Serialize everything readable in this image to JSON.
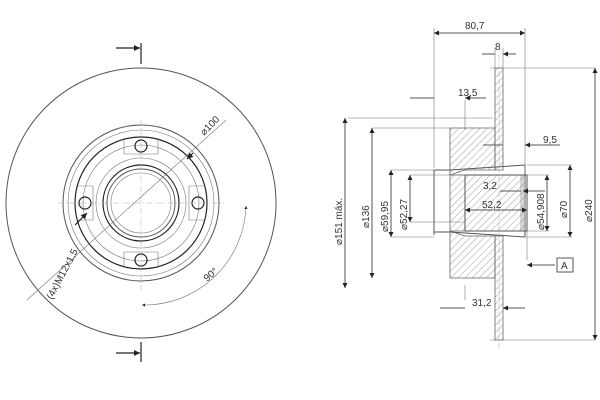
{
  "front_view": {
    "bolt_circle": "⌀100",
    "thread": "(4x)M12x1,5",
    "angle": "90°"
  },
  "section_view": {
    "overall_width": "80,7",
    "disc_thickness": "8",
    "offset_13": "13,5",
    "offset_9": "9,5",
    "groove": "3,2",
    "bearing_length": "52,2",
    "hub_depth": "31,2",
    "dia_151": "⌀151 máx.",
    "dia_136": "⌀136",
    "dia_5995": "⌀59,95",
    "dia_5227": "⌀52,27",
    "dia_54908": "⌀54,908",
    "dia_70": "⌀70",
    "dia_240": "⌀240",
    "datum": "A"
  }
}
